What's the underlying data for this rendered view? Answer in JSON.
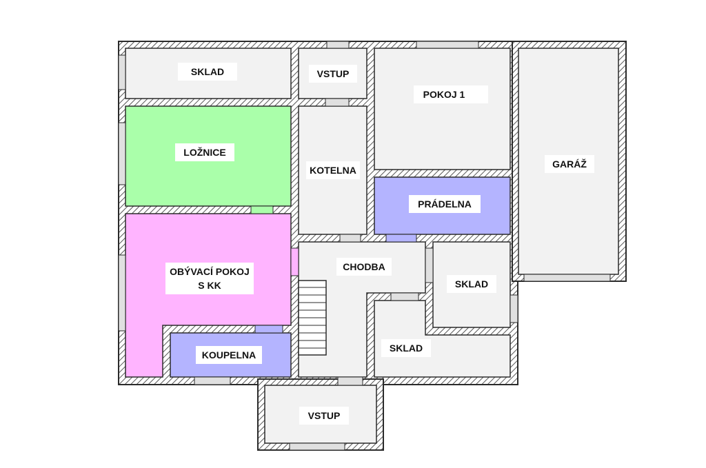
{
  "colors": {
    "wall_dark": "#2a2a2a",
    "wall_hatch": "#888888",
    "floor_default": "#f2f2f2",
    "lozhnice": "#aaffaa",
    "obyvaci": "#ffb4ff",
    "bath_laundry": "#b4b4ff",
    "label_bg": "#ffffff"
  },
  "rooms": {
    "sklad_top": "SKLAD",
    "vstup_top": "VSTUP",
    "pokoj1": "POKOJ 1",
    "garaz": "GARÁŽ",
    "loznice": "LOŽNICE",
    "kotelna": "KOTELNA",
    "pradelna": "PRÁDELNA",
    "obyvaci_line1": "OBÝVACÍ POKOJ",
    "obyvaci_line2": "S KK",
    "chodba": "CHODBA",
    "sklad_right": "SKLAD",
    "sklad_bottom": "SKLAD",
    "koupelna": "KOUPELNA",
    "vstup_bottom": "VSTUP"
  }
}
